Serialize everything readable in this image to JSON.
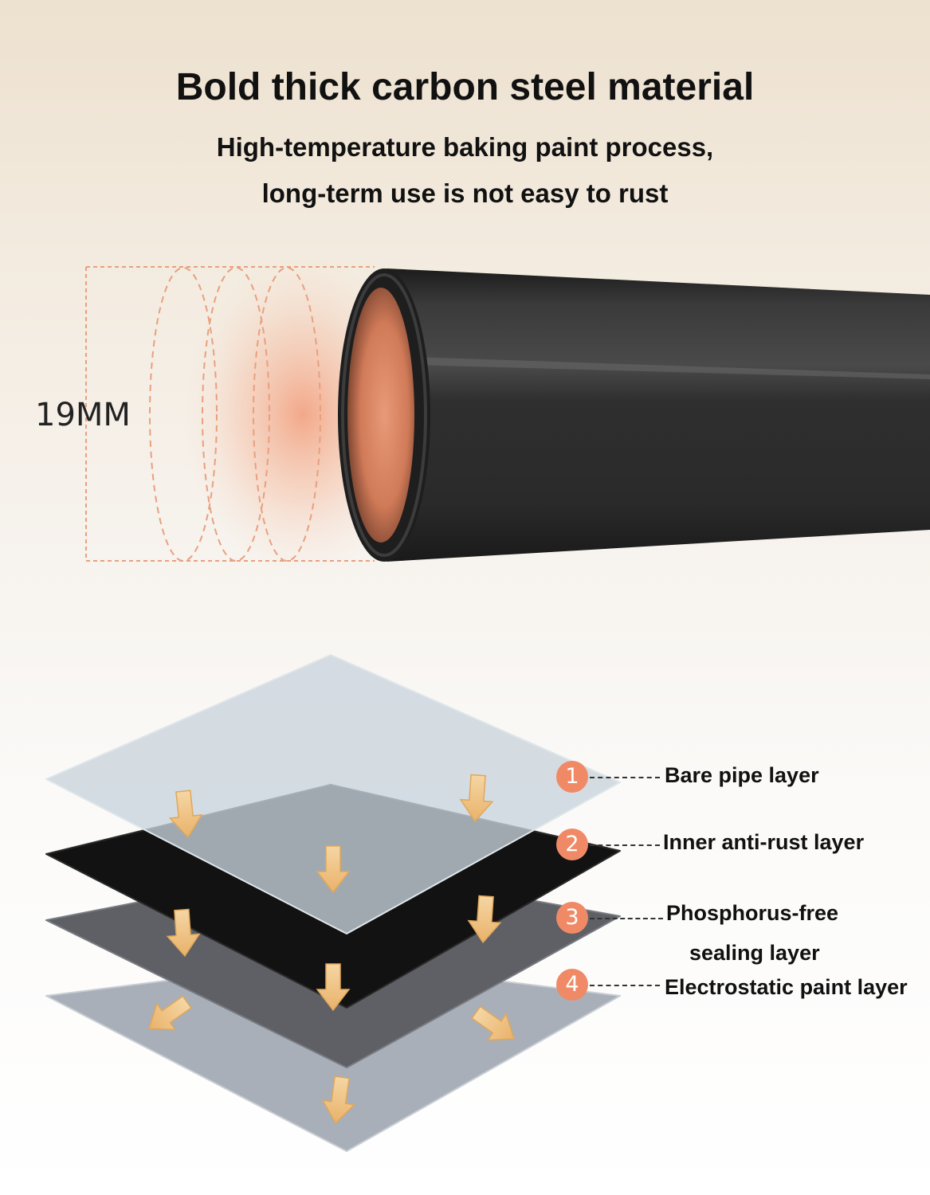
{
  "header": {
    "title": "Bold thick carbon steel material",
    "subtitle_line1": "High-temperature baking paint process,",
    "subtitle_line2": "long-term use is not easy to rust"
  },
  "tube": {
    "diameter_label": "19MM"
  },
  "layers": [
    {
      "number": "1",
      "label": "Bare pipe layer"
    },
    {
      "number": "2",
      "label": "Inner anti-rust layer"
    },
    {
      "number": "3",
      "label_line1": "Phosphorus-free",
      "label_line2": "sealing layer"
    },
    {
      "number": "4",
      "label": "Electrostatic paint layer"
    }
  ],
  "colors": {
    "badge": "#f08a66",
    "arrow": "#f0c78a",
    "tube_body": "#2e2e2e",
    "tube_interior": "#d98866",
    "dimension_lines": "#e8a07e"
  }
}
